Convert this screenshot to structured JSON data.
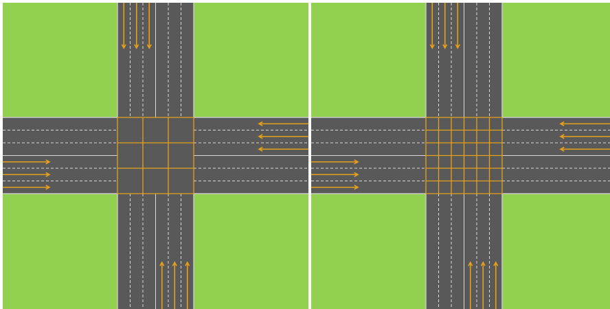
{
  "colors": {
    "background": "#ffffff",
    "grass": "#92d050",
    "road": "#595959",
    "lane_line": "#d9d9d9",
    "edge_line": "#c8c8c8",
    "arrow": "#e6a11a",
    "grid": "#e6a11a"
  },
  "panels": [
    {
      "id": "coarse",
      "grid_divisions": 3
    },
    {
      "id": "fine",
      "grid_divisions": 6
    }
  ],
  "lanes_per_direction": 3,
  "arrow_directions": [
    "southbound",
    "northbound",
    "westbound",
    "eastbound"
  ],
  "icons": [
    "lane-arrow-icon"
  ]
}
